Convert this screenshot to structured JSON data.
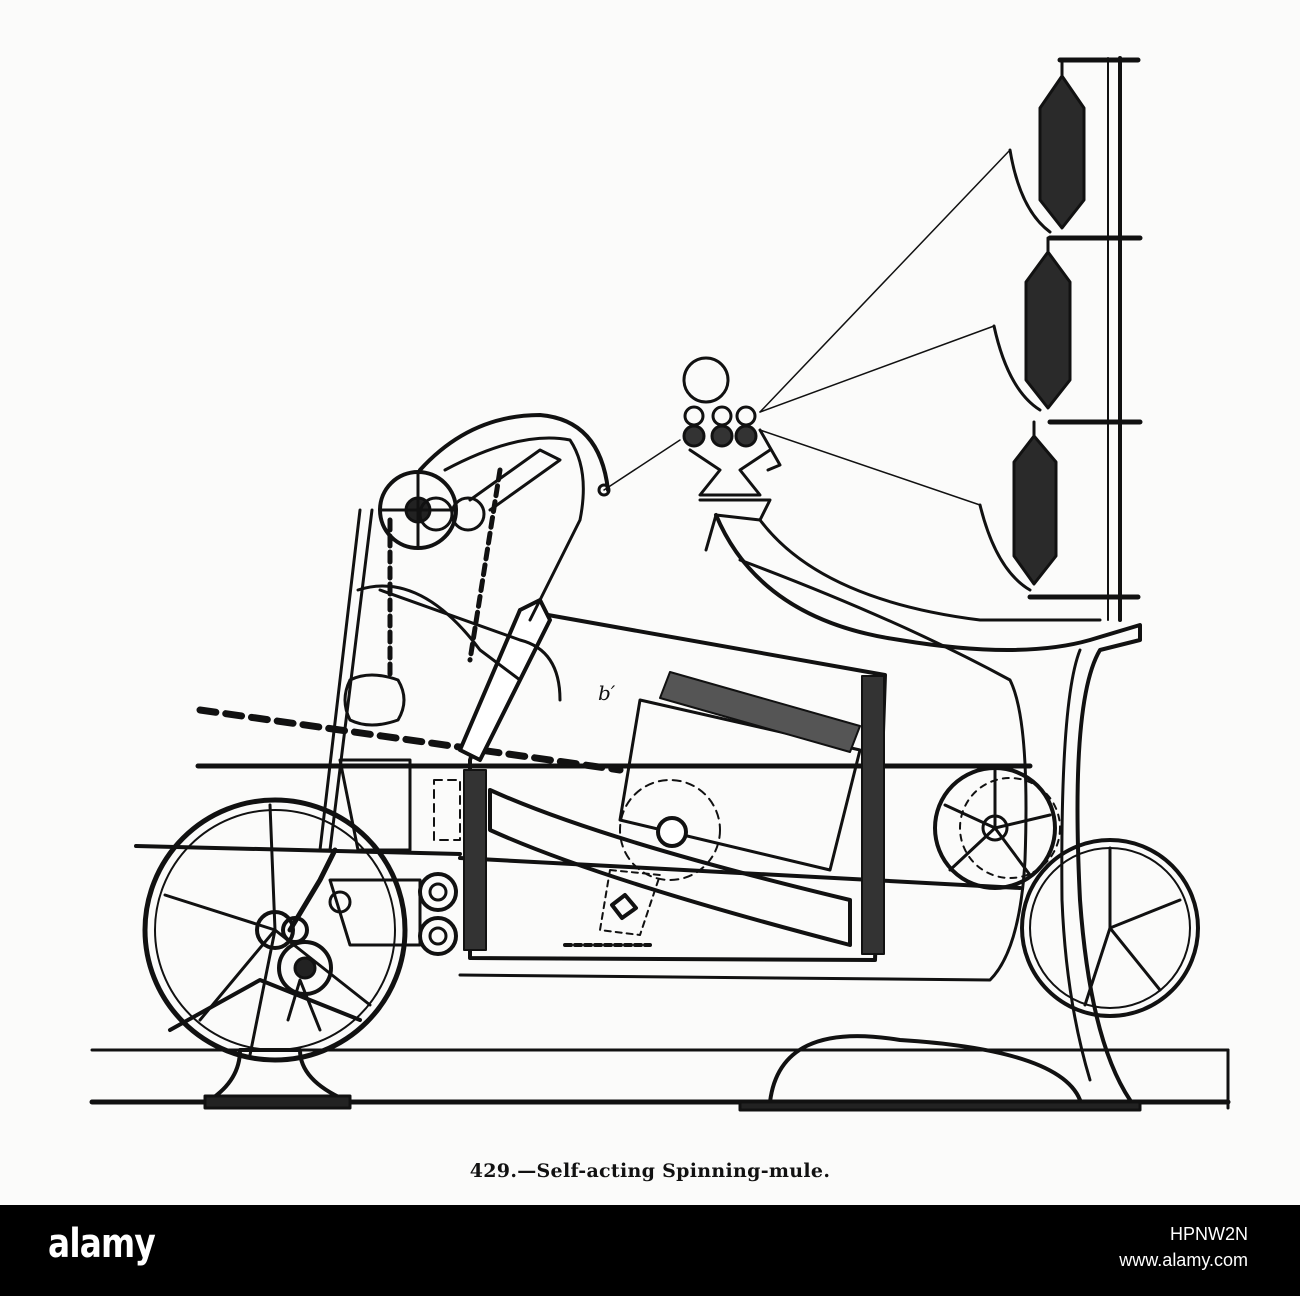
{
  "caption": "429.—Self-acting Spinning-mule.",
  "watermark": {
    "logo": "alamy",
    "image_id": "HPNW2N",
    "site": "www.alamy.com"
  },
  "diagram_labels": {
    "b_prime": "b′"
  },
  "colors": {
    "ink": "#111111",
    "paper": "#fbfbfa",
    "bar": "#000000"
  }
}
